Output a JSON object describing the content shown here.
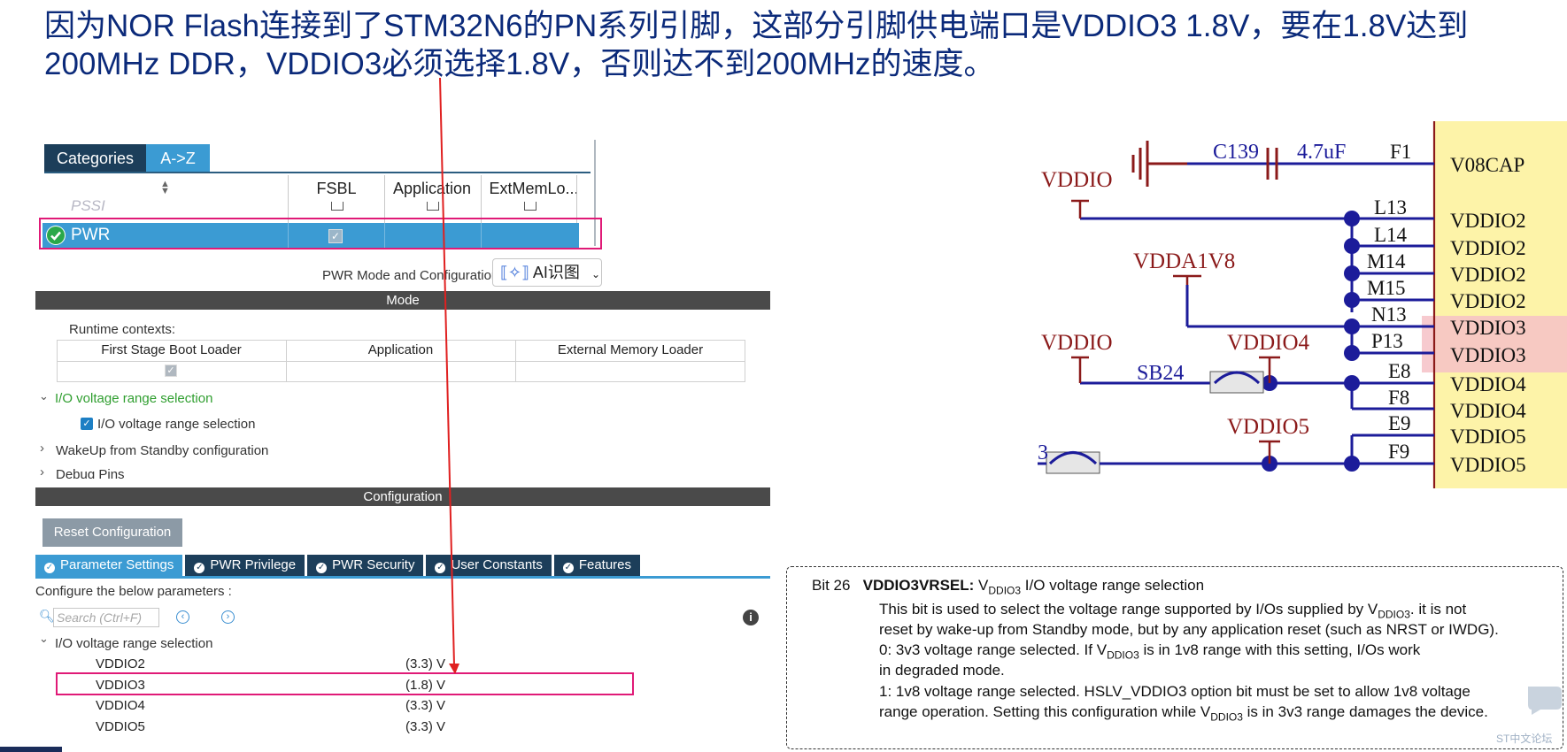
{
  "slide": {
    "title": "因为NOR Flash连接到了STM32N6的PN系列引脚，这部分引脚供电端口是VDDIO3 1.8V，要在1.8V达到\n200MHz DDR，VDDIO3必须选择1.8V，否则达不到200MHz的速度。"
  },
  "categories": {
    "tabs": [
      "Categories",
      "A->Z"
    ],
    "columns": [
      "FSBL",
      "Application",
      "ExtMemLo..."
    ],
    "ghost_row": "PSSI",
    "selected_row": "PWR"
  },
  "mode": {
    "caption": "PWR Mode and Configuration",
    "ai_button": "AI识图",
    "section_title": "Mode",
    "runtime_label": "Runtime contexts:",
    "contexts": [
      "First Stage Boot Loader",
      "Application",
      "External Memory Loader"
    ],
    "io_group": "I/O voltage range selection",
    "io_checkbox": "I/O voltage range selection",
    "wakeup": "WakeUp from Standby configuration",
    "debug": "Debug Pins"
  },
  "configuration": {
    "section_title": "Configuration",
    "reset_button": "Reset Configuration",
    "tabs": [
      "Parameter Settings",
      "PWR Privilege",
      "PWR Security",
      "User Constants",
      "Features"
    ],
    "configure_label": "Configure the below parameters :",
    "search_placeholder": "Search (Ctrl+F)",
    "group": "I/O voltage range selection",
    "params": [
      {
        "name": "VDDIO2",
        "value": "(3.3) V"
      },
      {
        "name": "VDDIO3",
        "value": "(1.8) V"
      },
      {
        "name": "VDDIO4",
        "value": "(3.3) V"
      },
      {
        "name": "VDDIO5",
        "value": "(3.3) V"
      }
    ]
  },
  "schematic": {
    "cap_ref": "C139",
    "cap_value": "4.7uF",
    "nets": [
      "VDDIO",
      "VDDA1V8",
      "VDDIO",
      "VDDIO4",
      "VDDIO5"
    ],
    "jumper": "SB24",
    "jumper2": "3",
    "pins": [
      "F1",
      "L13",
      "L14",
      "M14",
      "M15",
      "N13",
      "P13",
      "E8",
      "F8",
      "E9",
      "F9"
    ],
    "pin_names": [
      "V08CAP",
      "VDDIO2",
      "VDDIO2",
      "VDDIO2",
      "VDDIO2",
      "VDDIO3",
      "VDDIO3",
      "VDDIO4",
      "VDDIO4",
      "VDDIO5",
      "VDDIO5"
    ],
    "colors": {
      "wire": "#1c1c9a",
      "net_label": "#8b1a1a",
      "pin_box": "#fdf3a8",
      "highlight": "#f6c1c7"
    }
  },
  "register": {
    "bit": "Bit 26",
    "name": "VDDIO3VRSEL:",
    "v": "V",
    "sub": "DDIO3",
    "title_rest": "I/O voltage range selection",
    "l1a": "This bit is used to select the voltage range supported by I/Os supplied by V",
    "l1b": ". it is not",
    "l2": "reset by wake-up from Standby mode, but by any application reset (such as NRST or IWDG).",
    "l3a": "0: 3v3 voltage range selected. If V",
    "l3b": "is in 1v8 range with this setting, I/Os work",
    "l4": "in degraded mode.",
    "l5": "1: 1v8 voltage range selected. HSLV_VDDIO3 option bit must be set to allow 1v8 voltage",
    "l6a": "range operation. Setting this configuration while V",
    "l6b": "is in 3v3 range damages the device."
  },
  "watermark": "ST中文论坛",
  "colors": {
    "title": "#0b2a7a",
    "tab_active": "#3b9bd3",
    "tab_dark": "#1c3e5a",
    "highlight_box": "#e01a77",
    "arrow": "#e02020"
  }
}
